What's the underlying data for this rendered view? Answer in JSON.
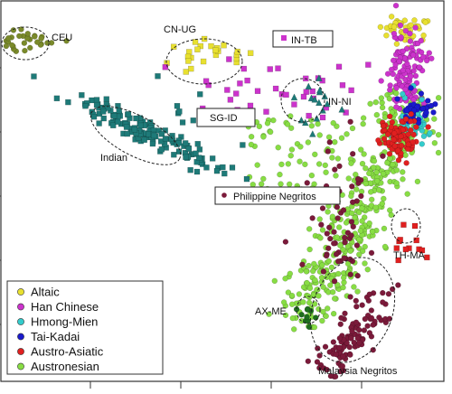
{
  "chart_data": {
    "type": "scatter",
    "title": "",
    "xlabel": "",
    "ylabel": "",
    "grid": false,
    "legend_position": "bottom-left",
    "legend": [
      {
        "name": "Altaic",
        "color": "#e8e030"
      },
      {
        "name": "Han Chinese",
        "color": "#cc33cc"
      },
      {
        "name": "Hmong-Mien",
        "color": "#33cccc"
      },
      {
        "name": "Tai-Kadai",
        "color": "#1a1acc"
      },
      {
        "name": "Austro-Asiatic",
        "color": "#e02020"
      },
      {
        "name": "Austronesian",
        "color": "#88dd44"
      }
    ],
    "group_labels": [
      {
        "id": "ceu",
        "text": "CEU",
        "boxed": false
      },
      {
        "id": "cn-ug",
        "text": "CN-UG",
        "boxed": false
      },
      {
        "id": "in-tb",
        "text": "IN-TB",
        "boxed": true
      },
      {
        "id": "in-ni",
        "text": "IN-NI",
        "boxed": false
      },
      {
        "id": "sg-id",
        "text": "SG-ID",
        "boxed": true
      },
      {
        "id": "indian",
        "text": "Indian",
        "boxed": false
      },
      {
        "id": "philippine-negritos",
        "text": "Philippine Negritos",
        "boxed": true
      },
      {
        "id": "th-ma",
        "text": "TH-MA",
        "boxed": false
      },
      {
        "id": "ax-me",
        "text": "AX-ME",
        "boxed": false
      },
      {
        "id": "malaysia-negritos",
        "text": "Malaysia Negritos",
        "boxed": false
      }
    ],
    "clusters": [
      {
        "name": "CEU",
        "color": "#7a8a2a",
        "shape": "circle",
        "center": [
          0.06,
          0.9
        ],
        "spread": [
          0.03,
          0.02
        ],
        "n": 30
      },
      {
        "name": "CN-UG",
        "color": "#e8e030",
        "shape": "square",
        "center": [
          0.46,
          0.86
        ],
        "spread": [
          0.05,
          0.02
        ],
        "n": 24
      },
      {
        "name": "IN-TB",
        "color": "#cc33cc",
        "shape": "square",
        "center": [
          0.63,
          0.76
        ],
        "spread": [
          0.12,
          0.05
        ],
        "n": 38
      },
      {
        "name": "IN-NI",
        "color": "#1e7a78",
        "shape": "triangle",
        "center": [
          0.71,
          0.73
        ],
        "spread": [
          0.025,
          0.04
        ],
        "n": 16
      },
      {
        "name": "SG-ID",
        "color": "#1e7a78",
        "shape": "square",
        "center": [
          0.44,
          0.68
        ],
        "spread": [
          0.06,
          0.07
        ],
        "n": 10
      },
      {
        "name": "Indian",
        "color": "#1e7a78",
        "shape": "square",
        "center": [
          0.32,
          0.66
        ],
        "spread": [
          0.08,
          0.03
        ],
        "n": 140
      },
      {
        "name": "Philippine Negritos",
        "color": "#7b1a3a",
        "shape": "circle",
        "center": [
          0.77,
          0.42
        ],
        "spread": [
          0.04,
          0.09
        ],
        "n": 60
      },
      {
        "name": "TH-MA",
        "color": "#e02020",
        "shape": "square",
        "center": [
          0.92,
          0.36
        ],
        "spread": [
          0.02,
          0.03
        ],
        "n": 12
      },
      {
        "name": "AX-ME",
        "color": "#1e6e1e",
        "shape": "circle",
        "center": [
          0.69,
          0.17
        ],
        "spread": [
          0.01,
          0.015
        ],
        "n": 10
      },
      {
        "name": "Malaysia Negritos",
        "color": "#7b1a3a",
        "shape": "circle",
        "center": [
          0.8,
          0.12
        ],
        "spread": [
          0.05,
          0.06
        ],
        "n": 110
      },
      {
        "name": "Altaic",
        "color": "#e8e030",
        "shape": "circle",
        "center": [
          0.91,
          0.93
        ],
        "spread": [
          0.025,
          0.025
        ],
        "n": 40
      },
      {
        "name": "Han Chinese",
        "color": "#cc33cc",
        "shape": "circle",
        "center": [
          0.92,
          0.83
        ],
        "spread": [
          0.02,
          0.06
        ],
        "n": 120
      },
      {
        "name": "Hmong-Mien",
        "color": "#33cccc",
        "shape": "circle",
        "center": [
          0.94,
          0.69
        ],
        "spread": [
          0.02,
          0.03
        ],
        "n": 40
      },
      {
        "name": "Tai-Kadai",
        "color": "#1a1acc",
        "shape": "circle",
        "center": [
          0.94,
          0.72
        ],
        "spread": [
          0.02,
          0.02
        ],
        "n": 40
      },
      {
        "name": "Austro-Asiatic",
        "color": "#e02020",
        "shape": "circle",
        "center": [
          0.9,
          0.64
        ],
        "spread": [
          0.02,
          0.025
        ],
        "n": 90
      },
      {
        "name": "Austronesian",
        "color": "#88dd44",
        "shape": "circle",
        "center": [
          0.8,
          0.45
        ],
        "spread": [
          0.1,
          0.14
        ],
        "n": 500
      }
    ]
  }
}
